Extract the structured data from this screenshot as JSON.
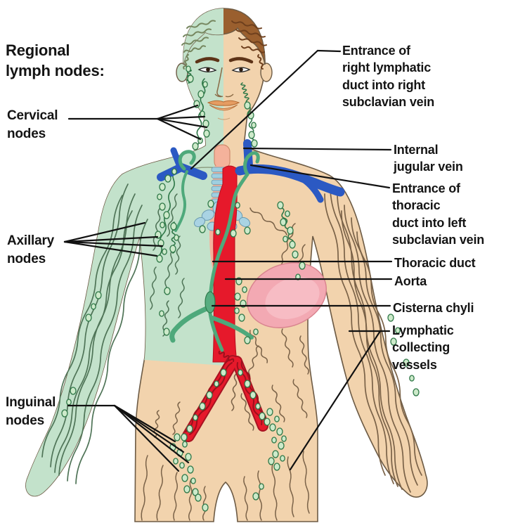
{
  "title": "Regional\nlymph nodes:",
  "labels": {
    "cervical": "Cervical\nnodes",
    "axillary": "Axillary\nnodes",
    "inguinal": "Inguinal\nnodes",
    "entrance_right_duct": "Entrance of\nright lymphatic\nduct into right\nsubclavian vein",
    "internal_jugular": "Internal\njugular vein",
    "entrance_thoracic_duct": "Entrance of\nthoracic\nduct into left\nsubclavian vein",
    "thoracic_duct": "Thoracic duct",
    "aorta": "Aorta",
    "cisterna_chyli": "Cisterna chyli",
    "collecting_vessels": "Lymphatic\ncollecting\nvessels"
  },
  "colors": {
    "skin": "#f2d3ad",
    "highlight_green": "#c3e2cb",
    "vein_blue": "#2b59c3",
    "artery_red": "#e6192b",
    "artery_dark": "#a81322",
    "lymph_vessel_green": "#4ea97b",
    "node_fill": "#cdeaca",
    "node_stroke": "#2e7747",
    "outline": "#6d5b45",
    "hair_brown": "#9a5f2e",
    "leader_line": "#111111",
    "trachea_pink": "#f4b29b",
    "ring_blue": "#9fcfe0",
    "organ_pink": "#f3a9b3",
    "vessel_brown": "#7a6248",
    "vessel_green_dark": "#4f7457"
  }
}
